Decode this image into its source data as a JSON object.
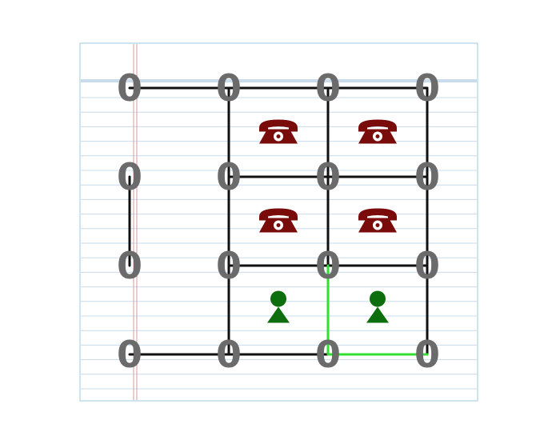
{
  "colors": {
    "paper_rule": "#c9dcee",
    "paper_border": "#9cc9de",
    "margin_line": "#d99a9a",
    "edge_drawn": "#111111",
    "edge_last_move": "#33dd33",
    "node_label": "#6b6b6b",
    "phone_icon": "#7a0b0b",
    "player_icon": "#0d6e0d"
  },
  "board": {
    "node_label": "0",
    "rows": 4,
    "cols": 4,
    "nodes": [
      {
        "row": 0,
        "col": 0,
        "label": "0"
      },
      {
        "row": 0,
        "col": 1,
        "label": "0"
      },
      {
        "row": 0,
        "col": 2,
        "label": "0"
      },
      {
        "row": 0,
        "col": 3,
        "label": "0"
      },
      {
        "row": 1,
        "col": 0,
        "label": "0"
      },
      {
        "row": 1,
        "col": 1,
        "label": "0"
      },
      {
        "row": 1,
        "col": 2,
        "label": "0"
      },
      {
        "row": 1,
        "col": 3,
        "label": "0"
      },
      {
        "row": 2,
        "col": 0,
        "label": "0"
      },
      {
        "row": 2,
        "col": 1,
        "label": "0"
      },
      {
        "row": 2,
        "col": 2,
        "label": "0"
      },
      {
        "row": 2,
        "col": 3,
        "label": "0"
      },
      {
        "row": 3,
        "col": 0,
        "label": "0"
      },
      {
        "row": 3,
        "col": 1,
        "label": "0"
      },
      {
        "row": 3,
        "col": 2,
        "label": "0"
      },
      {
        "row": 3,
        "col": 3,
        "label": "0"
      }
    ],
    "edges_drawn": [
      {
        "from": [
          0,
          0
        ],
        "to": [
          0,
          1
        ]
      },
      {
        "from": [
          0,
          1
        ],
        "to": [
          0,
          2
        ]
      },
      {
        "from": [
          0,
          2
        ],
        "to": [
          0,
          3
        ]
      },
      {
        "from": [
          0,
          1
        ],
        "to": [
          1,
          1
        ]
      },
      {
        "from": [
          0,
          2
        ],
        "to": [
          1,
          2
        ]
      },
      {
        "from": [
          0,
          3
        ],
        "to": [
          1,
          3
        ]
      },
      {
        "from": [
          1,
          1
        ],
        "to": [
          1,
          2
        ]
      },
      {
        "from": [
          1,
          2
        ],
        "to": [
          1,
          3
        ]
      },
      {
        "from": [
          1,
          0
        ],
        "to": [
          2,
          0
        ]
      },
      {
        "from": [
          1,
          1
        ],
        "to": [
          2,
          1
        ]
      },
      {
        "from": [
          1,
          2
        ],
        "to": [
          2,
          2
        ]
      },
      {
        "from": [
          1,
          3
        ],
        "to": [
          2,
          3
        ]
      },
      {
        "from": [
          2,
          1
        ],
        "to": [
          2,
          2
        ]
      },
      {
        "from": [
          2,
          2
        ],
        "to": [
          2,
          3
        ]
      },
      {
        "from": [
          2,
          1
        ],
        "to": [
          3,
          1
        ]
      },
      {
        "from": [
          2,
          3
        ],
        "to": [
          3,
          3
        ]
      },
      {
        "from": [
          3,
          0
        ],
        "to": [
          3,
          1
        ]
      },
      {
        "from": [
          3,
          1
        ],
        "to": [
          3,
          2
        ]
      }
    ],
    "edges_last_move": [
      {
        "from": [
          2,
          2
        ],
        "to": [
          3,
          2
        ]
      },
      {
        "from": [
          3,
          2
        ],
        "to": [
          3,
          3
        ]
      }
    ],
    "boxes": [
      {
        "row": 0,
        "col": 1,
        "icon": "telephone-icon"
      },
      {
        "row": 0,
        "col": 2,
        "icon": "telephone-icon"
      },
      {
        "row": 1,
        "col": 1,
        "icon": "telephone-icon"
      },
      {
        "row": 1,
        "col": 2,
        "icon": "telephone-icon"
      },
      {
        "row": 2,
        "col": 1,
        "icon": "player-pawn-icon"
      },
      {
        "row": 2,
        "col": 2,
        "icon": "player-pawn-icon"
      }
    ]
  }
}
